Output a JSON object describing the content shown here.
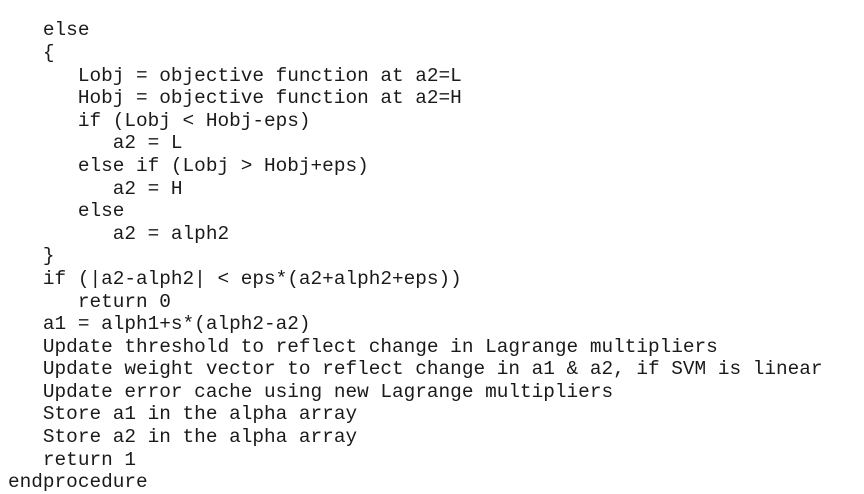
{
  "document": {
    "kind": "pseudocode-listing",
    "language": "pseudocode",
    "background_color": "#ffffff",
    "text_color": "#1a1a1a",
    "indent_unit_spaces": 3,
    "line_count": 20
  },
  "code": {
    "lines": [
      "   else",
      "   {",
      "      Lobj = objective function at a2=L",
      "      Hobj = objective function at a2=H",
      "      if (Lobj < Hobj-eps)",
      "         a2 = L",
      "      else if (Lobj > Hobj+eps)",
      "         a2 = H",
      "      else",
      "         a2 = alph2",
      "   }",
      "   if (|a2-alph2| < eps*(a2+alph2+eps))",
      "      return 0",
      "   a1 = alph1+s*(alph2-a2)",
      "   Update threshold to reflect change in Lagrange multipliers",
      "   Update weight vector to reflect change in a1 & a2, if SVM is linear",
      "   Update error cache using new Lagrange multipliers",
      "   Store a1 in the alpha array",
      "   Store a2 in the alpha array",
      "   return 1",
      "endprocedure"
    ]
  }
}
